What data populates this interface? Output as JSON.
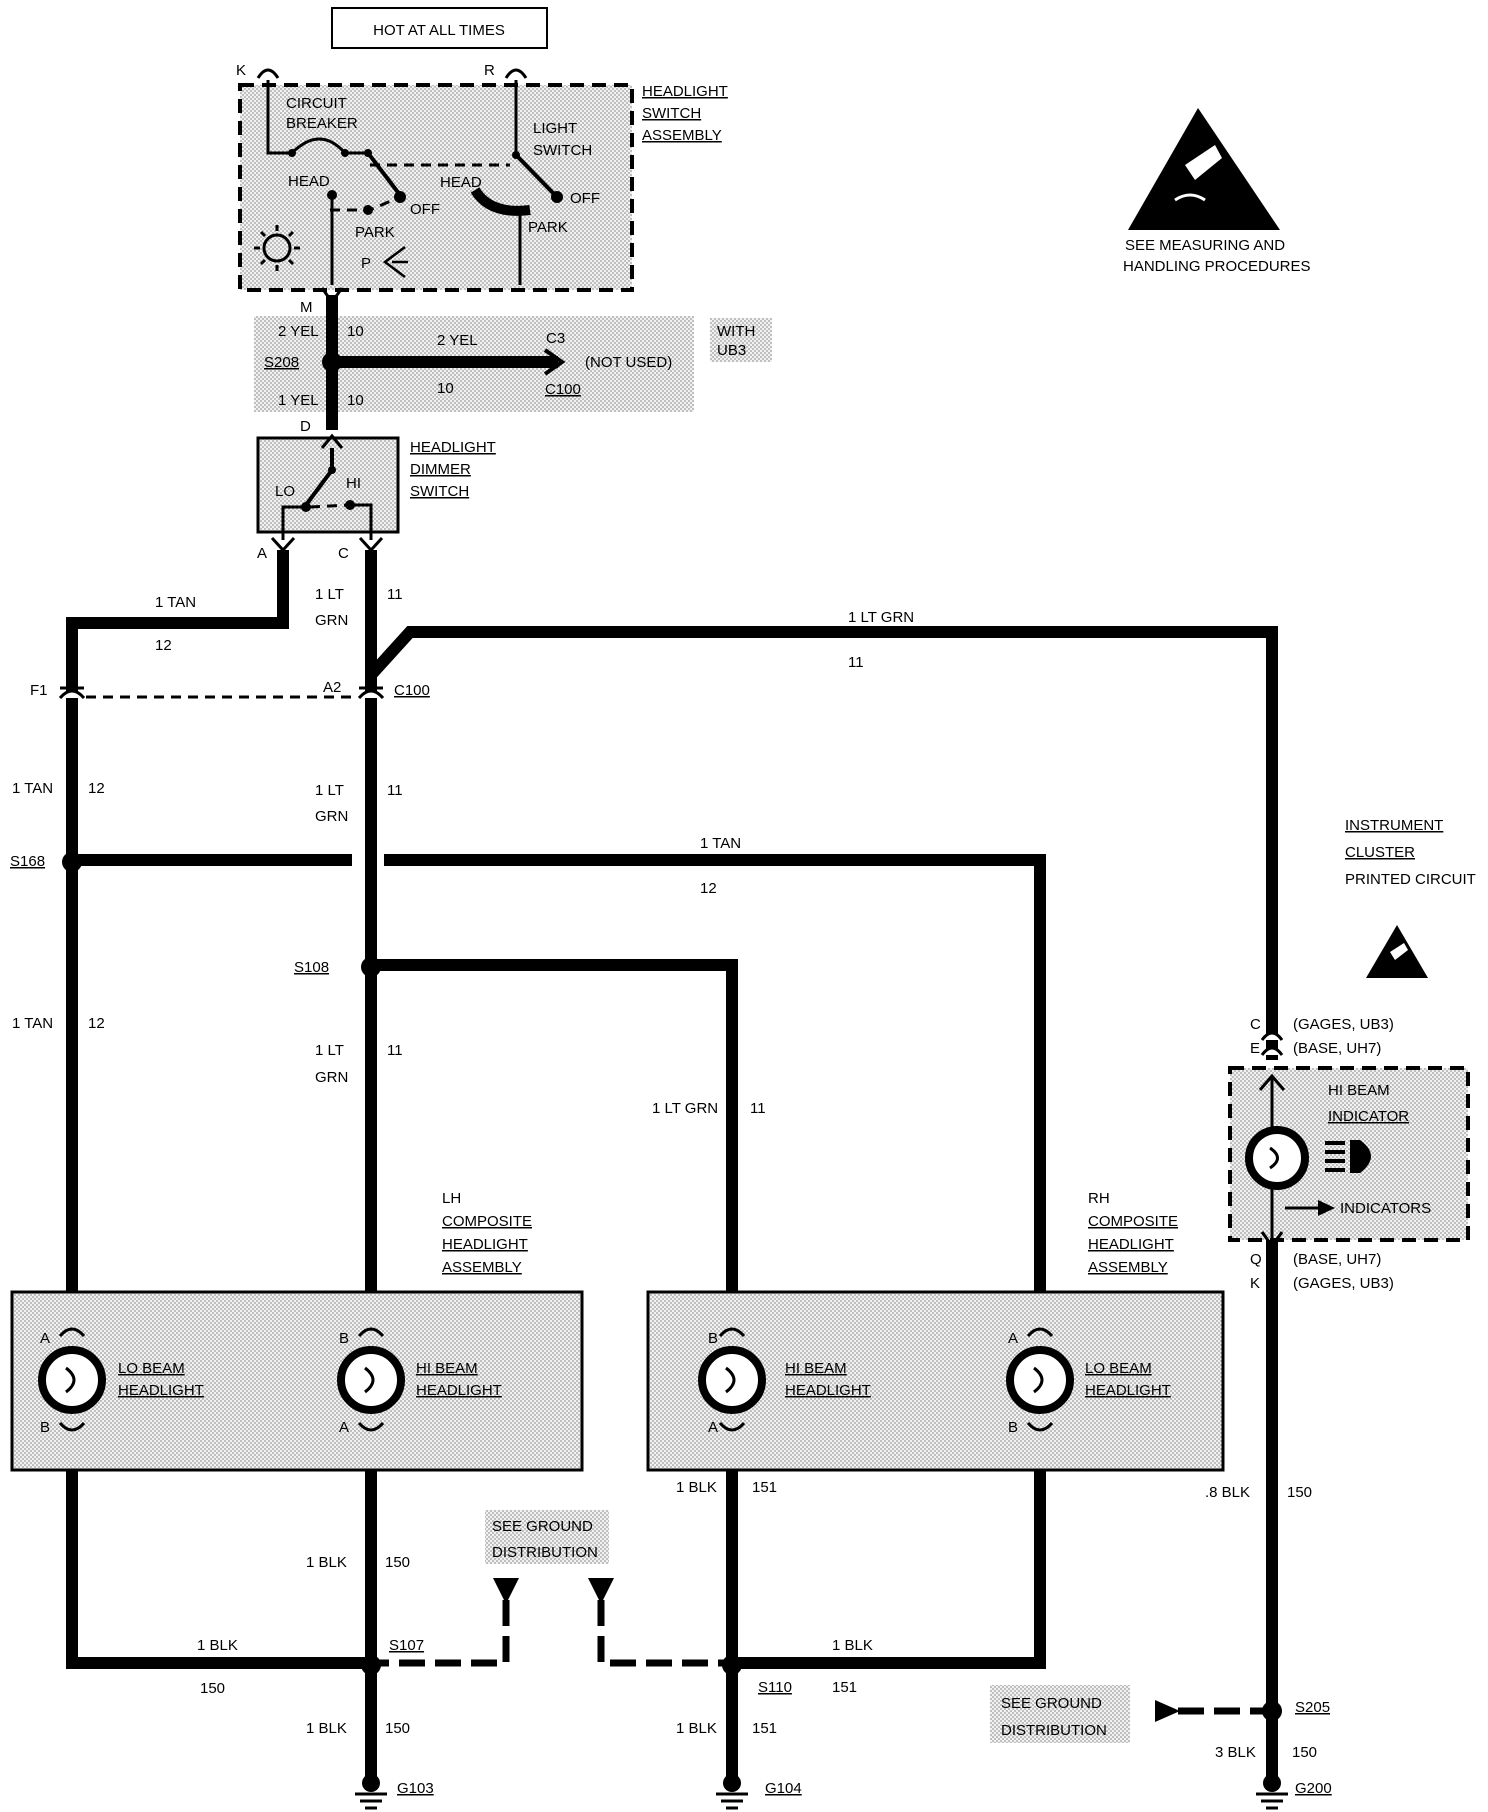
{
  "header": {
    "hot_at_all_times": "HOT AT ALL TIMES"
  },
  "esd_notice": {
    "line1": "SEE MEASURING AND",
    "line2": "HANDLING PROCEDURES"
  },
  "headlight_switch": {
    "title1": "HEADLIGHT",
    "title2": "SWITCH",
    "title3": "ASSEMBLY",
    "pin_k": "K",
    "pin_r": "R",
    "pin_m": "M",
    "circuit1": "CIRCUIT",
    "circuit2": "BREAKER",
    "light1": "LIGHT",
    "light2": "SWITCH",
    "head_left": "HEAD",
    "head_right": "HEAD",
    "off_left": "OFF",
    "off_right": "OFF",
    "park_left": "PARK",
    "park_right": "PARK",
    "p_label": "P"
  },
  "splice_s208": {
    "top_wire": "2 YEL",
    "top_circuit": "10",
    "name": "S208",
    "branch_wire": "2 YEL",
    "branch_circuit": "10",
    "c3": "C3",
    "not_used": "(NOT USED)",
    "c100": "C100",
    "with1": "WITH",
    "with2": "UB3",
    "bottom_wire": "1 YEL",
    "bottom_circuit": "10"
  },
  "dimmer_switch": {
    "pin_d": "D",
    "title1": "HEADLIGHT",
    "title2": "DIMMER",
    "title3": "SWITCH",
    "lo": "LO",
    "hi": "HI",
    "pin_a": "A",
    "pin_c": "C"
  },
  "upper_wires": {
    "tan_wire": "1 TAN",
    "tan_circuit": "12",
    "ltgrn_wire1": "1 LT",
    "ltgrn_wire2": "GRN",
    "ltgrn_circuit": "11",
    "ltgrn_right_wire": "1 LT GRN",
    "ltgrn_right_circuit": "11",
    "f1": "F1",
    "a2": "A2",
    "c100": "C100"
  },
  "mid_wires": {
    "tan_wire": "1 TAN",
    "tan_circuit": "12",
    "ltgrn_wire1": "1 LT",
    "ltgrn_wire2": "GRN",
    "ltgrn_circuit": "11",
    "s168": "S168",
    "s168_branch_wire": "1 TAN",
    "s168_branch_circuit": "12",
    "s108": "S108",
    "tan_wire_b": "1 TAN",
    "tan_circuit_b": "12",
    "ltgrn_wire1_b": "1 LT",
    "ltgrn_wire2_b": "GRN",
    "ltgrn_circuit_b": "11",
    "ltgrn_branch_wire": "1 LT GRN",
    "ltgrn_branch_circuit": "11"
  },
  "cluster": {
    "title1": "INSTRUMENT",
    "title2": "CLUSTER",
    "title3": "PRINTED CIRCUIT",
    "pin_c": "C",
    "pin_c_note": "(GAGES, UB3)",
    "pin_e": "E",
    "pin_e_note": "(BASE, UH7)",
    "hi_beam1": "HI BEAM",
    "hi_beam2": "INDICATOR",
    "indicators": "INDICATORS",
    "pin_q": "Q",
    "pin_q_note": "(BASE, UH7)",
    "pin_k": "K",
    "pin_k_note": "(GAGES, UB3)"
  },
  "lh_assembly": {
    "title1": "LH",
    "title2": "COMPOSITE",
    "title3": "HEADLIGHT",
    "title4": "ASSEMBLY",
    "lo_pin_top": "A",
    "lo_pin_bot": "B",
    "lo1": "LO BEAM",
    "lo2": "HEADLIGHT",
    "hi_pin_top": "B",
    "hi_pin_bot": "A",
    "hi1": "HI BEAM",
    "hi2": "HEADLIGHT"
  },
  "rh_assembly": {
    "title1": "RH",
    "title2": "COMPOSITE",
    "title3": "HEADLIGHT",
    "title4": "ASSEMBLY",
    "hi_pin_top": "B",
    "hi_pin_bot": "A",
    "hi1": "HI BEAM",
    "hi2": "HEADLIGHT",
    "lo_pin_top": "A",
    "lo_pin_bot": "B",
    "lo1": "LO BEAM",
    "lo2": "HEADLIGHT"
  },
  "grounds": {
    "lh_blk_wire": "1 BLK",
    "lh_blk_circuit": "150",
    "see_ground1": "SEE GROUND",
    "see_ground2": "DISTRIBUTION",
    "s107_branch_wire": "1 BLK",
    "s107_branch_circuit": "150",
    "s107": "S107",
    "g103_wire": "1 BLK",
    "g103_circuit": "150",
    "g103": "G103",
    "rh_blk_wire": "1 BLK",
    "rh_blk_circuit": "151",
    "s110_branch_wire": "1 BLK",
    "s110_branch_circuit": "151",
    "s110": "S110",
    "g104_wire": "1 BLK",
    "g104_circuit": "151",
    "g104": "G104",
    "cluster_wire": ".8 BLK",
    "cluster_circuit": "150",
    "see_ground3": "SEE GROUND",
    "see_ground4": "DISTRIBUTION",
    "s205": "S205",
    "g200_wire": "3 BLK",
    "g200_circuit": "150",
    "g200": "G200"
  }
}
